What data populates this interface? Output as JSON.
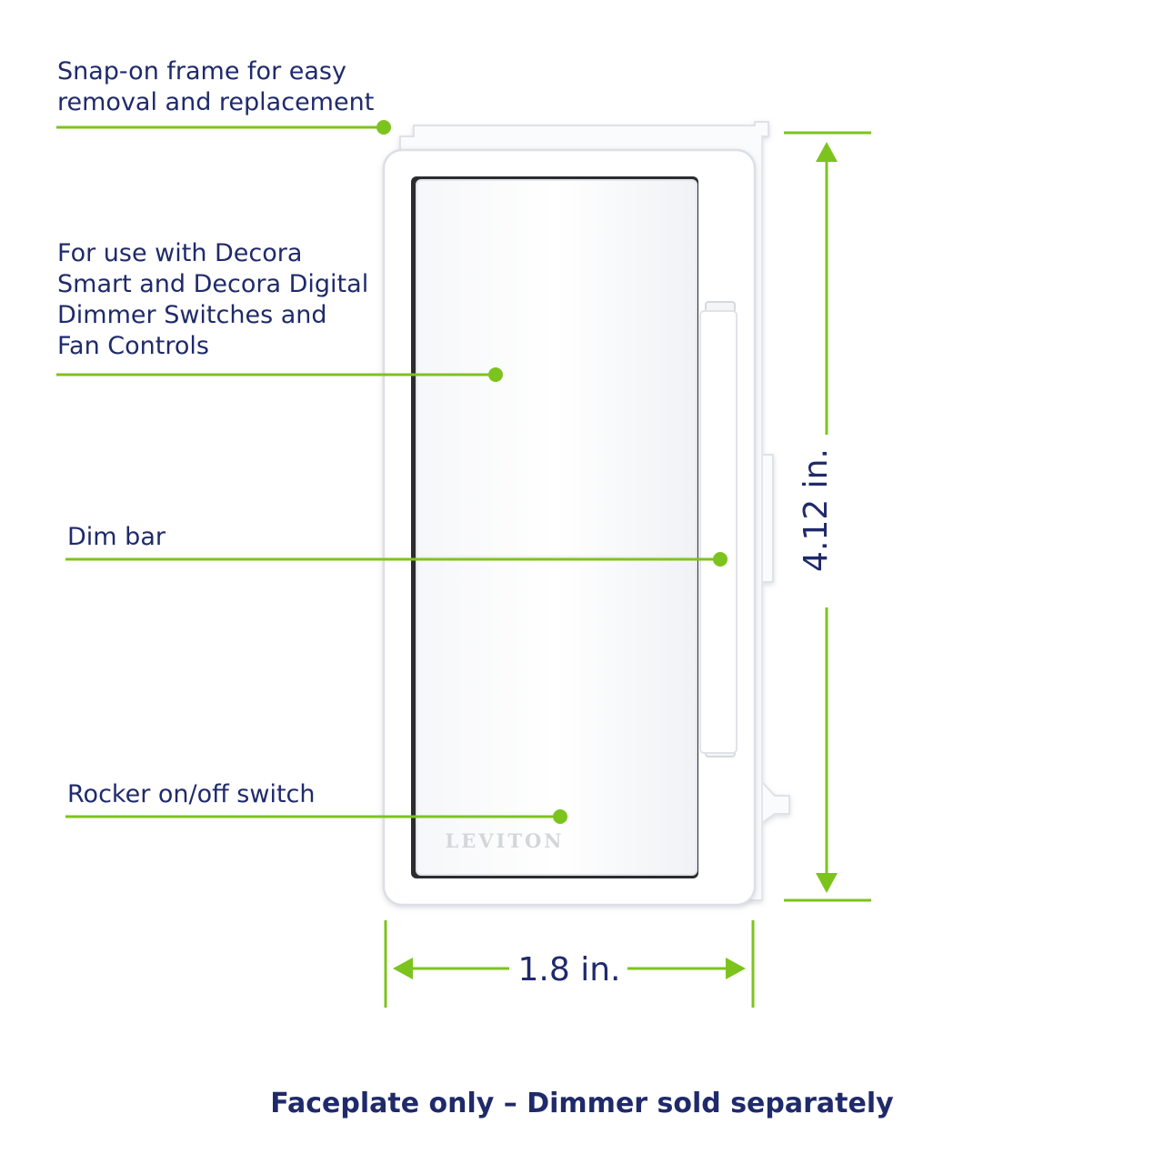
{
  "colors": {
    "accent": "#7dc31e",
    "text": "#1f2a6b",
    "plate": "#ffffff",
    "plate_edge": "#e1e3e7"
  },
  "callouts": {
    "frame": "Snap-on frame for easy\nremoval and replacement",
    "compat": "For use with Decora\nSmart and Decora Digital\nDimmer Switches and\nFan Controls",
    "dim_bar": "Dim bar",
    "rocker": "Rocker on/off switch"
  },
  "dimensions": {
    "height": "4.12 in.",
    "width": "1.8 in."
  },
  "product": {
    "brand": "LEVITON"
  },
  "footer": "Faceplate only – Dimmer sold separately"
}
